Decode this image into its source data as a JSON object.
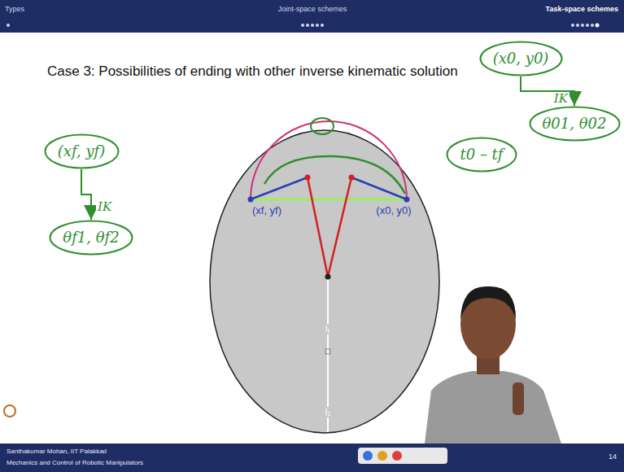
{
  "diagram": {
    "title": "Case 3: Possibilities of ending with other inverse kinematic solution",
    "nodes": [
      {
        "text": [
          "(xf, yf)"
        ]
      },
      {
        "text": [
          "θf1, θf2"
        ]
      },
      {
        "text": [
          "t0 – tf"
        ]
      },
      {
        "text": [
          "(x0, y0)"
        ]
      },
      {
        "text": [
          "θ01, θ02"
        ]
      }
    ],
    "edges": [
      {
        "from": 0,
        "to": 1,
        "arrow": "to",
        "label": "IK"
      },
      {
        "from": 3,
        "to": 4,
        "arrow": "to",
        "label": "IK"
      }
    ],
    "labels": [
      "Types",
      "Joint-space schemes",
      "Task-space schemes",
      "(xf, yf)",
      "(x0, y0)",
      "l₁",
      "l₂",
      "Santhakumar Mohan, IIT Palakkad",
      "Mechanics and Control of Robotic Manipulators",
      "14"
    ]
  }
}
